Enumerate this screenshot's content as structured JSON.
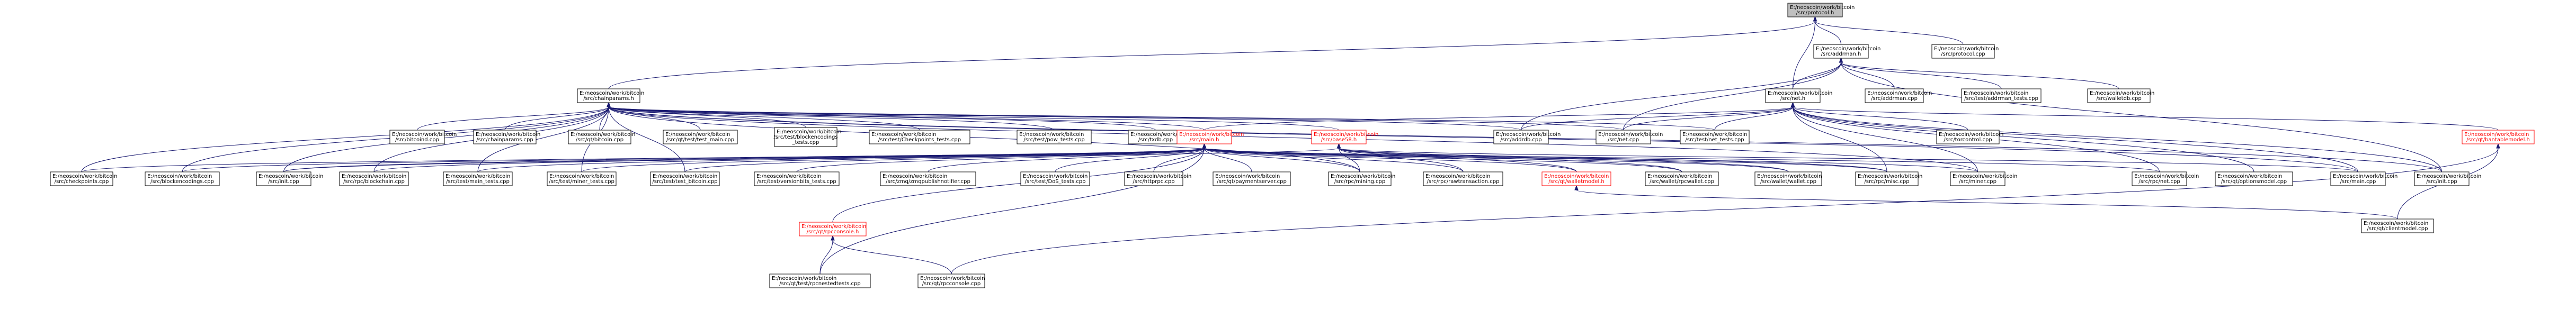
{
  "nodes": [
    {
      "id": "protocol_h",
      "lines": [
        "E:/neoscoin/work/bitcoin",
        "/src/protocol.h"
      ],
      "style": "root"
    },
    {
      "id": "addrman_h",
      "lines": [
        "E:/neoscoin/work/bitcoin",
        "/src/addrman.h"
      ],
      "style": "normal"
    },
    {
      "id": "protocol_cpp",
      "lines": [
        "E:/neoscoin/work/bitcoin",
        "/src/protocol.cpp"
      ],
      "style": "normal"
    },
    {
      "id": "chainparams_h",
      "lines": [
        "E:/neoscoin/work/bitcoin",
        "/src/chainparams.h"
      ],
      "style": "normal"
    },
    {
      "id": "net_h",
      "lines": [
        "E:/neoscoin/work/bitcoin",
        "/src/net.h"
      ],
      "style": "normal"
    },
    {
      "id": "addrman_cpp",
      "lines": [
        "E:/neoscoin/work/bitcoin",
        "/src/addrman.cpp"
      ],
      "style": "normal"
    },
    {
      "id": "addrman_tests",
      "lines": [
        "E:/neoscoin/work/bitcoin",
        "/src/test/addrman_tests.cpp"
      ],
      "style": "normal"
    },
    {
      "id": "walletdb_cpp",
      "lines": [
        "E:/neoscoin/work/bitcoin",
        "/src/walletdb.cpp"
      ],
      "style": "normal"
    },
    {
      "id": "bitcoind_cpp",
      "lines": [
        "E:/neoscoin/work/bitcoin",
        "/src/bitcoind.cpp"
      ],
      "style": "normal"
    },
    {
      "id": "chainparams_cpp",
      "lines": [
        "E:/neoscoin/work/bitcoin",
        "/src/chainparams.cpp"
      ],
      "style": "normal"
    },
    {
      "id": "qt_bitcoin_cpp",
      "lines": [
        "E:/neoscoin/work/bitcoin",
        "/src/qt/bitcoin.cpp"
      ],
      "style": "normal"
    },
    {
      "id": "qt_test_main",
      "lines": [
        "E:/neoscoin/work/bitcoin",
        "/src/qt/test/test_main.cpp"
      ],
      "style": "normal"
    },
    {
      "id": "blockencodings_tests",
      "lines": [
        "E:/neoscoin/work/bitcoin",
        "/src/test/blockencodings",
        "_tests.cpp"
      ],
      "style": "normal"
    },
    {
      "id": "checkpoints_tests",
      "lines": [
        "E:/neoscoin/work/bitcoin",
        "/src/test/Checkpoints_tests.cpp"
      ],
      "style": "normal"
    },
    {
      "id": "pow_tests",
      "lines": [
        "E:/neoscoin/work/bitcoin",
        "/src/test/pow_tests.cpp"
      ],
      "style": "normal"
    },
    {
      "id": "txdb_cpp",
      "lines": [
        "E:/neoscoin/work/bitcoin",
        "/src/txdb.cpp"
      ],
      "style": "normal"
    },
    {
      "id": "main_h",
      "lines": [
        "E:/neoscoin/work/bitcoin",
        "/src/main.h"
      ],
      "style": "red"
    },
    {
      "id": "base58_h",
      "lines": [
        "E:/neoscoin/work/bitcoin",
        "/src/base58.h"
      ],
      "style": "red"
    },
    {
      "id": "addrdb_cpp",
      "lines": [
        "E:/neoscoin/work/bitcoin",
        "/src/addrdb.cpp"
      ],
      "style": "normal"
    },
    {
      "id": "net_cpp",
      "lines": [
        "E:/neoscoin/work/bitcoin",
        "/src/net.cpp"
      ],
      "style": "normal"
    },
    {
      "id": "net_tests",
      "lines": [
        "E:/neoscoin/work/bitcoin",
        "/src/test/net_tests.cpp"
      ],
      "style": "normal"
    },
    {
      "id": "torcontrol_cpp",
      "lines": [
        "E:/neoscoin/work/bitcoin",
        "/src/torcontrol.cpp"
      ],
      "style": "normal"
    },
    {
      "id": "bantablemodel_h",
      "lines": [
        "E:/neoscoin/work/bitcoin",
        "/src/qt/bantablemodel.h"
      ],
      "style": "red"
    },
    {
      "id": "checkpoints_cpp",
      "lines": [
        "E:/neoscoin/work/bitcoin",
        "/src/checkpoints.cpp"
      ],
      "style": "normal"
    },
    {
      "id": "blockencodings_cpp",
      "lines": [
        "E:/neoscoin/work/bitcoin",
        "/src/blockencodings.cpp"
      ],
      "style": "normal"
    },
    {
      "id": "init_cpp",
      "lines": [
        "E:/neoscoin/work/bitcoin",
        "/src/init.cpp"
      ],
      "style": "normal"
    },
    {
      "id": "rpc_blockchain_cpp",
      "lines": [
        "E:/neoscoin/work/bitcoin",
        "/src/rpc/blockchain.cpp"
      ],
      "style": "normal"
    },
    {
      "id": "main_tests",
      "lines": [
        "E:/neoscoin/work/bitcoin",
        "/src/test/main_tests.cpp"
      ],
      "style": "normal"
    },
    {
      "id": "miner_tests",
      "lines": [
        "E:/neoscoin/work/bitcoin",
        "/src/test/miner_tests.cpp"
      ],
      "style": "normal"
    },
    {
      "id": "test_bitcoin",
      "lines": [
        "E:/neoscoin/work/bitcoin",
        "/src/test/test_bitcoin.cpp"
      ],
      "style": "normal"
    },
    {
      "id": "versionbits_tests",
      "lines": [
        "E:/neoscoin/work/bitcoin",
        "/src/test/versionbits_tests.cpp"
      ],
      "style": "normal"
    },
    {
      "id": "zmq_notifier",
      "lines": [
        "E:/neoscoin/work/bitcoin",
        "/src/zmq/zmqpublishnotifier.cpp"
      ],
      "style": "normal"
    },
    {
      "id": "dos_tests",
      "lines": [
        "E:/neoscoin/work/bitcoin",
        "/src/test/DoS_tests.cpp"
      ],
      "style": "normal"
    },
    {
      "id": "httprpc_cpp",
      "lines": [
        "E:/neoscoin/work/bitcoin",
        "/src/httprpc.cpp"
      ],
      "style": "normal"
    },
    {
      "id": "qt_paymentserver",
      "lines": [
        "E:/neoscoin/work/bitcoin",
        "/src/qt/paymentserver.cpp"
      ],
      "style": "normal"
    },
    {
      "id": "rpc_mining_cpp",
      "lines": [
        "E:/neoscoin/work/bitcoin",
        "/src/rpc/mining.cpp"
      ],
      "style": "normal"
    },
    {
      "id": "rpc_rawtransaction",
      "lines": [
        "E:/neoscoin/work/bitcoin",
        "/src/rpc/rawtransaction.cpp"
      ],
      "style": "normal"
    },
    {
      "id": "walletmodel_h",
      "lines": [
        "E:/neoscoin/work/bitcoin",
        "/src/qt/walletmodel.h"
      ],
      "style": "red"
    },
    {
      "id": "rpcwallet_cpp",
      "lines": [
        "E:/neoscoin/work/bitcoin",
        "/src/wallet/rpcwallet.cpp"
      ],
      "style": "normal"
    },
    {
      "id": "wallet_cpp",
      "lines": [
        "E:/neoscoin/work/bitcoin",
        "/src/wallet/wallet.cpp"
      ],
      "style": "normal"
    },
    {
      "id": "rpc_misc_cpp",
      "lines": [
        "E:/neoscoin/work/bitcoin",
        "/src/rpc/misc.cpp"
      ],
      "style": "normal"
    },
    {
      "id": "miner_cpp",
      "lines": [
        "E:/neoscoin/work/bitcoin",
        "/src/miner.cpp"
      ],
      "style": "normal"
    },
    {
      "id": "rpc_net_cpp",
      "lines": [
        "E:/neoscoin/work/bitcoin",
        "/src/rpc/net.cpp"
      ],
      "style": "normal"
    },
    {
      "id": "qt_optionsmodel",
      "lines": [
        "E:/neoscoin/work/bitcoin",
        "/src/qt/optionsmodel.cpp"
      ],
      "style": "normal"
    },
    {
      "id": "main_cpp",
      "lines": [
        "E:/neoscoin/work/bitcoin",
        "/src/main.cpp"
      ],
      "style": "normal"
    },
    {
      "id": "init_cpp2",
      "lines": [
        "E:/neoscoin/work/bitcoin",
        "/src/init.cpp"
      ],
      "style": "normal"
    },
    {
      "id": "rpcconsole_h",
      "lines": [
        "E:/neoscoin/work/bitcoin",
        "/src/qt/rpcconsole.h"
      ],
      "style": "red"
    },
    {
      "id": "qt_clientmodel",
      "lines": [
        "E:/neoscoin/work/bitcoin",
        "/src/qt/clientmodel.cpp"
      ],
      "style": "normal"
    },
    {
      "id": "qt_rpcnested",
      "lines": [
        "E:/neoscoin/work/bitcoin",
        "/src/qt/test/rpcnestedtests.cpp"
      ],
      "style": "normal"
    },
    {
      "id": "qt_rpcconsole_cpp",
      "lines": [
        "E:/neoscoin/work/bitcoin",
        "/src/qt/rpcconsole.cpp"
      ],
      "style": "normal"
    }
  ],
  "edges": [
    [
      "addrman_h",
      "protocol_h"
    ],
    [
      "protocol_cpp",
      "protocol_h"
    ],
    [
      "chainparams_h",
      "protocol_h"
    ],
    [
      "net_h",
      "protocol_h"
    ],
    [
      "net_h",
      "addrman_h"
    ],
    [
      "addrman_cpp",
      "addrman_h"
    ],
    [
      "addrman_tests",
      "addrman_h"
    ],
    [
      "walletdb_cpp",
      "addrman_h"
    ],
    [
      "addrdb_cpp",
      "addrman_h"
    ],
    [
      "net_cpp",
      "addrman_h"
    ],
    [
      "init_cpp2",
      "addrman_h"
    ],
    [
      "bitcoind_cpp",
      "chainparams_h"
    ],
    [
      "chainparams_cpp",
      "chainparams_h"
    ],
    [
      "qt_bitcoin_cpp",
      "chainparams_h"
    ],
    [
      "qt_test_main",
      "chainparams_h"
    ],
    [
      "blockencodings_tests",
      "chainparams_h"
    ],
    [
      "checkpoints_tests",
      "chainparams_h"
    ],
    [
      "pow_tests",
      "chainparams_h"
    ],
    [
      "txdb_cpp",
      "chainparams_h"
    ],
    [
      "main_h",
      "chainparams_h"
    ],
    [
      "base58_h",
      "chainparams_h"
    ],
    [
      "addrdb_cpp",
      "chainparams_h"
    ],
    [
      "net_cpp",
      "chainparams_h"
    ],
    [
      "net_tests",
      "chainparams_h"
    ],
    [
      "checkpoints_cpp",
      "chainparams_h"
    ],
    [
      "blockencodings_cpp",
      "chainparams_h"
    ],
    [
      "init_cpp",
      "chainparams_h"
    ],
    [
      "rpc_blockchain_cpp",
      "chainparams_h"
    ],
    [
      "main_tests",
      "chainparams_h"
    ],
    [
      "miner_tests",
      "chainparams_h"
    ],
    [
      "test_bitcoin",
      "chainparams_h"
    ],
    [
      "rpc_mining_cpp",
      "chainparams_h"
    ],
    [
      "miner_cpp",
      "chainparams_h"
    ],
    [
      "main_cpp",
      "chainparams_h"
    ],
    [
      "init_cpp2",
      "chainparams_h"
    ],
    [
      "main_h",
      "net_h"
    ],
    [
      "net_cpp",
      "net_h"
    ],
    [
      "net_tests",
      "net_h"
    ],
    [
      "torcontrol_cpp",
      "net_h"
    ],
    [
      "bantablemodel_h",
      "net_h"
    ],
    [
      "addrdb_cpp",
      "net_h"
    ],
    [
      "rpc_net_cpp",
      "net_h"
    ],
    [
      "qt_optionsmodel",
      "net_h"
    ],
    [
      "main_cpp",
      "net_h"
    ],
    [
      "init_cpp2",
      "net_h"
    ],
    [
      "rpc_misc_cpp",
      "net_h"
    ],
    [
      "miner_cpp",
      "net_h"
    ],
    [
      "checkpoints_cpp",
      "main_h"
    ],
    [
      "blockencodings_cpp",
      "main_h"
    ],
    [
      "init_cpp",
      "main_h"
    ],
    [
      "rpc_blockchain_cpp",
      "main_h"
    ],
    [
      "main_tests",
      "main_h"
    ],
    [
      "miner_tests",
      "main_h"
    ],
    [
      "test_bitcoin",
      "main_h"
    ],
    [
      "versionbits_tests",
      "main_h"
    ],
    [
      "zmq_notifier",
      "main_h"
    ],
    [
      "dos_tests",
      "main_h"
    ],
    [
      "httprpc_cpp",
      "main_h"
    ],
    [
      "qt_paymentserver",
      "main_h"
    ],
    [
      "rpc_mining_cpp",
      "main_h"
    ],
    [
      "rpc_rawtransaction",
      "main_h"
    ],
    [
      "walletmodel_h",
      "main_h"
    ],
    [
      "rpcwallet_cpp",
      "main_h"
    ],
    [
      "wallet_cpp",
      "main_h"
    ],
    [
      "rpc_misc_cpp",
      "main_h"
    ],
    [
      "miner_cpp",
      "main_h"
    ],
    [
      "rpc_net_cpp",
      "main_h"
    ],
    [
      "rpcconsole_h",
      "main_h"
    ],
    [
      "qt_rpcnested",
      "main_h"
    ],
    [
      "init_cpp",
      "base58_h"
    ],
    [
      "rpc_mining_cpp",
      "base58_h"
    ],
    [
      "rpc_rawtransaction",
      "base58_h"
    ],
    [
      "walletmodel_h",
      "base58_h"
    ],
    [
      "rpcwallet_cpp",
      "base58_h"
    ],
    [
      "wallet_cpp",
      "base58_h"
    ],
    [
      "rpc_misc_cpp",
      "base58_h"
    ],
    [
      "main_cpp",
      "base58_h"
    ],
    [
      "qt_clientmodel",
      "bantablemodel_h"
    ],
    [
      "qt_rpcconsole_cpp",
      "bantablemodel_h"
    ],
    [
      "qt_clientmodel",
      "walletmodel_h"
    ],
    [
      "qt_rpcconsole_cpp",
      "rpcconsole_h"
    ],
    [
      "qt_rpcnested",
      "rpcconsole_h"
    ]
  ]
}
